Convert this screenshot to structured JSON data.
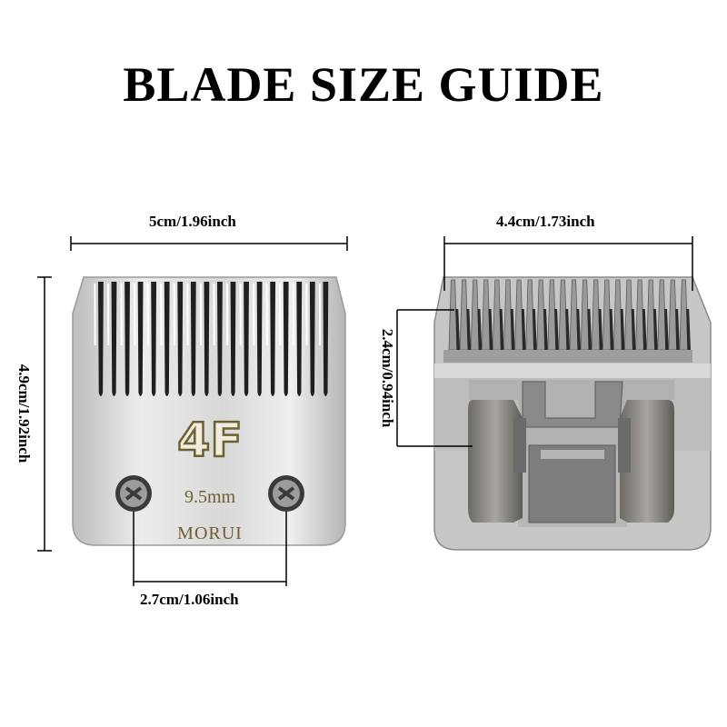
{
  "title": "BLADE SIZE GUIDE",
  "front_blade": {
    "width_label": "5cm/1.96inch",
    "height_label": "4.9cm/1.92inch",
    "screw_spacing_label": "2.7cm/1.06inch",
    "size_mark": "4F",
    "cut_length": "9.5mm",
    "brand": "MORUI"
  },
  "back_blade": {
    "width_label": "4.4cm/1.73inch",
    "tooth_height_label": "2.4cm/0.94inch"
  },
  "colors": {
    "metal_light": "#e6e6e6",
    "metal_dark": "#8c8c8c",
    "engraving": "#7a6a3a",
    "tooth_shadow": "#1a1a1a"
  }
}
